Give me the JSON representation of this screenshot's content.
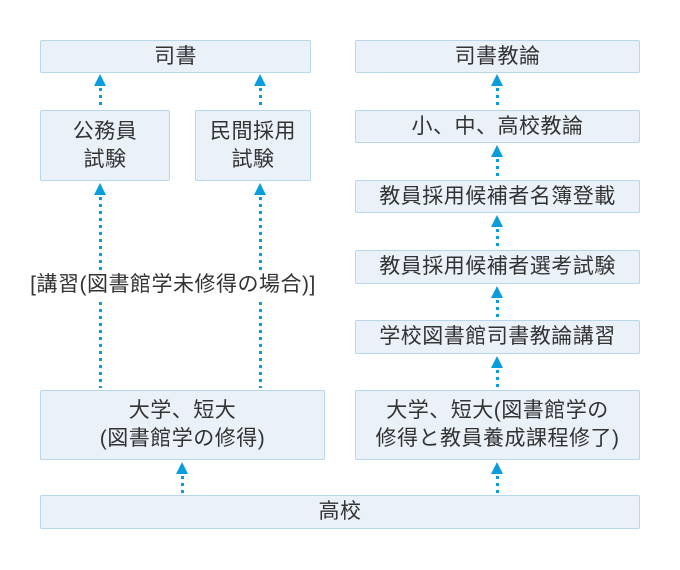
{
  "colors": {
    "box_fill": "#eaf1f8",
    "box_border": "#b7d7ea",
    "arrow": "#0a9dde",
    "text": "#333333",
    "background": "#ffffff"
  },
  "nodes": {
    "librarian": "司書",
    "teacher_librarian": "司書教論",
    "civil_service_exam": "公務員\n試験",
    "private_employment_exam": "民間採用\n試験",
    "training_note": "[講習(図書館学未修得の場合)]",
    "school_teachers": "小、中、高校教論",
    "teacher_candidate_roster": "教員採用候補者名簿登載",
    "teacher_candidate_exam": "教員採用候補者選考試験",
    "school_library_training": "学校図書館司書教論講習",
    "university_library_science": "大学、短大\n(図書館学の修得)",
    "university_teacher_training": "大学、短大(図書館学の\n修得と教員養成課程修了)",
    "high_school": "高校"
  }
}
